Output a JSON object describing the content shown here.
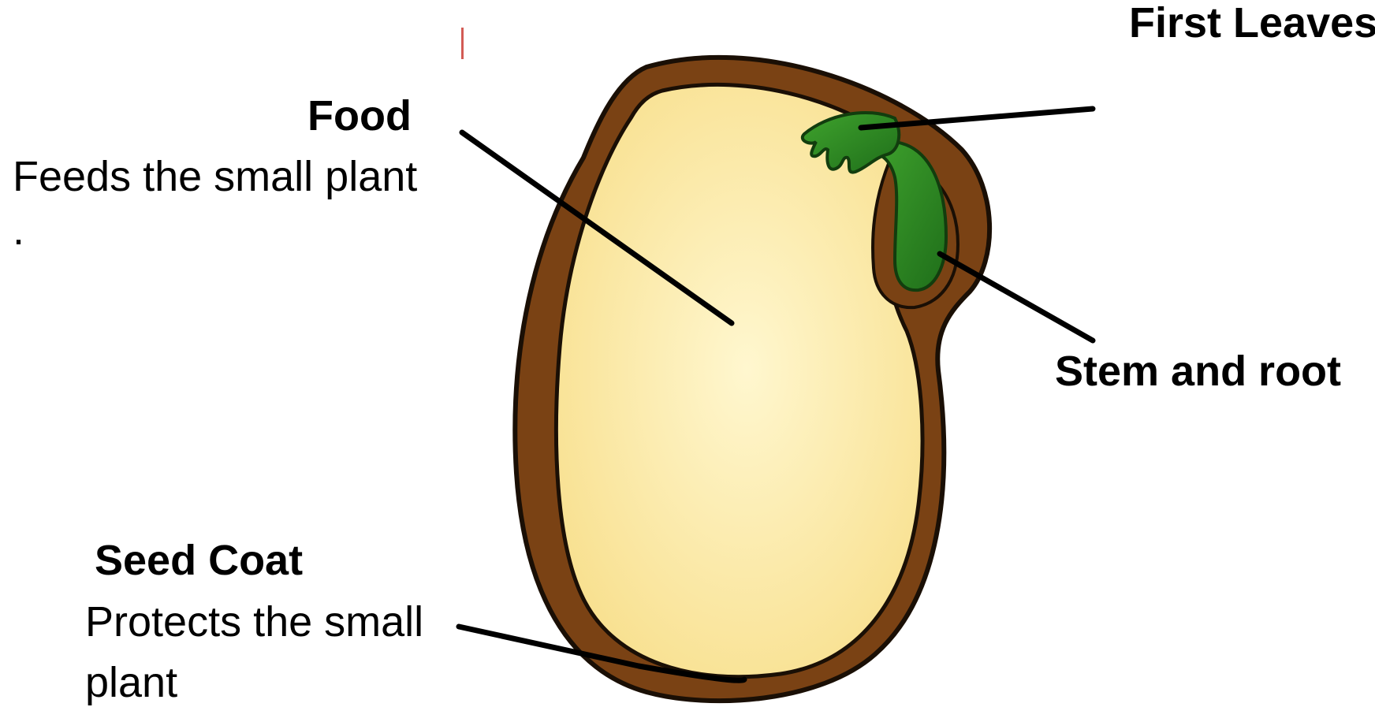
{
  "labels": {
    "food": {
      "title": "Food",
      "description": "Feeds the small plant",
      "trailing_mark": "."
    },
    "first_leaves": {
      "title": "First Leaves"
    },
    "stem_and_root": {
      "title": "Stem and root"
    },
    "seed_coat": {
      "title": "Seed Coat",
      "description_line1": "Protects the small",
      "description_line2": "plant"
    }
  },
  "colors": {
    "seed_coat": "#7a4214",
    "food": "#fbe79e",
    "embryo": "#3f9a2a",
    "outline": "#1a0f05",
    "leader_lines": "#000000"
  }
}
